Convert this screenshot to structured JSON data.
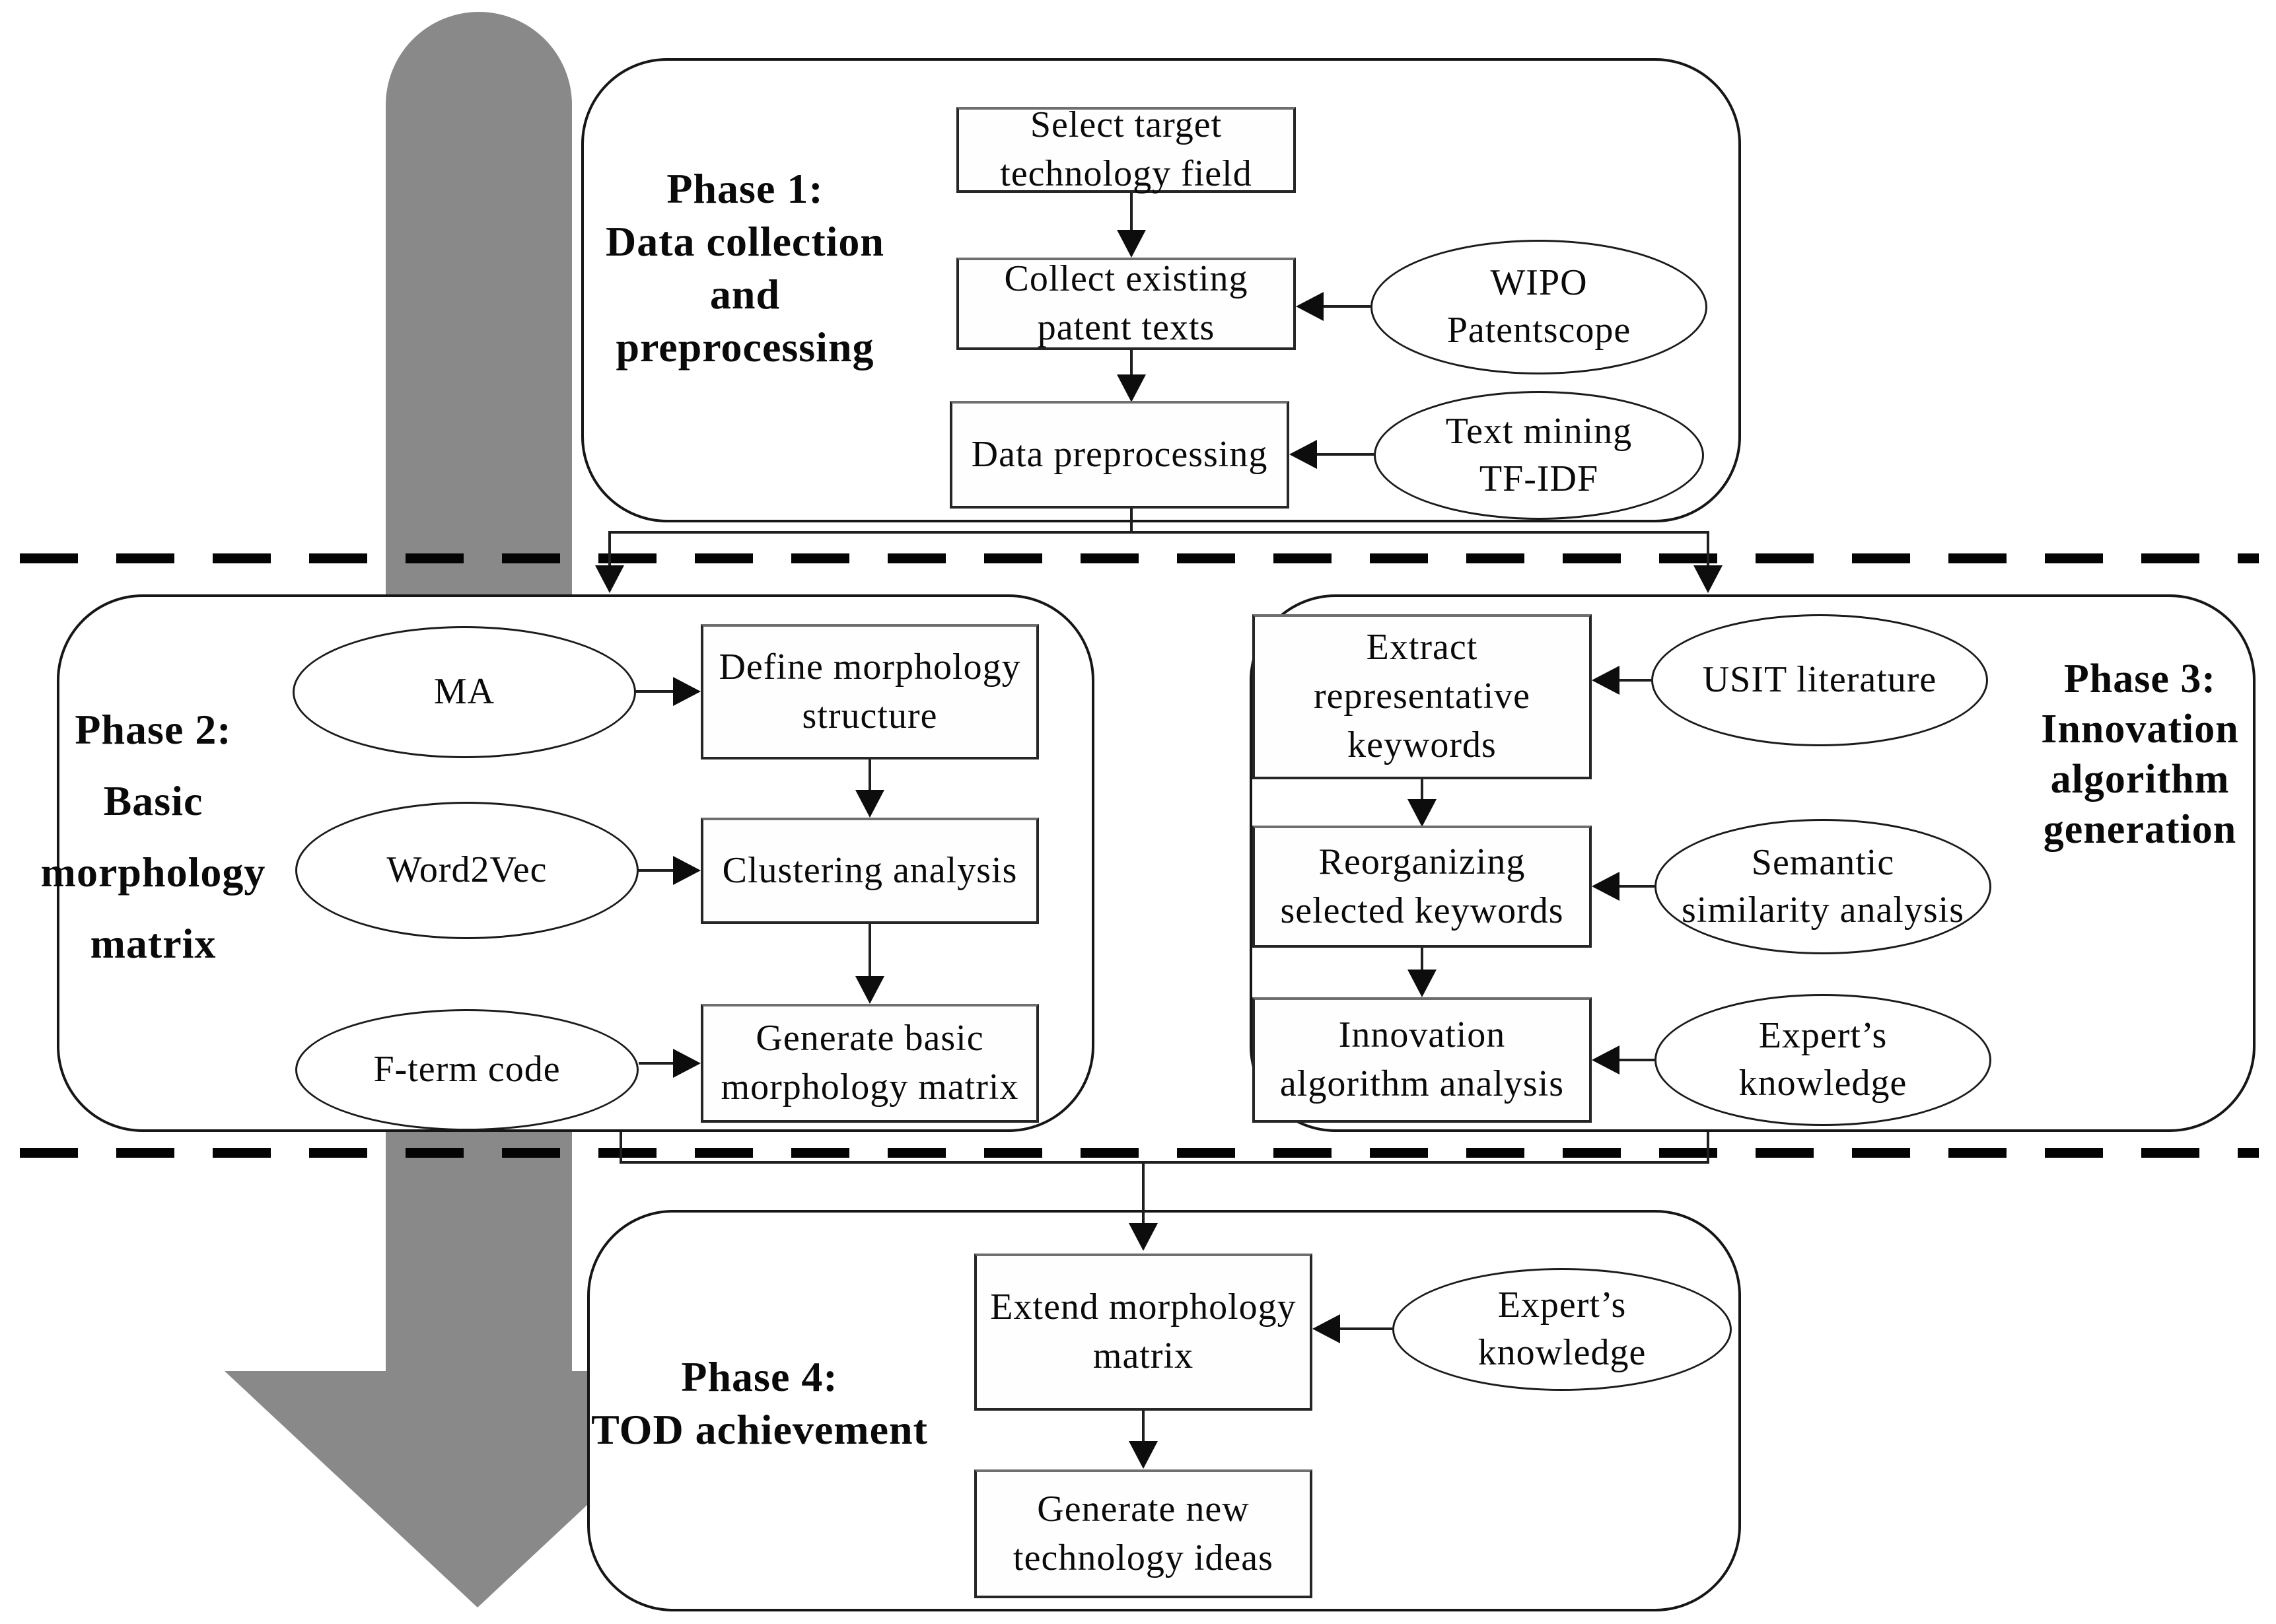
{
  "phases": {
    "phase1": {
      "title": "Phase 1:\nData collection\nand\npreprocessing",
      "boxes": {
        "select_target": "Select target\ntechnology field",
        "collect_existing": "Collect existing\npatent texts",
        "data_preprocessing": "Data preprocessing"
      },
      "ellipses": {
        "wipo_patentscope": "WIPO\nPatentscope",
        "text_mining_tfidf": "Text mining\nTF-IDF"
      }
    },
    "phase2": {
      "title": "Phase 2:\nBasic\nmorphology\nmatrix",
      "ellipses": {
        "ma": "MA",
        "word2vec": "Word2Vec",
        "fterm_code": "F-term code"
      },
      "boxes": {
        "define_morphology": "Define morphology\nstructure",
        "clustering_analysis": "Clustering analysis",
        "generate_basic": "Generate basic\nmorphology matrix"
      }
    },
    "phase3": {
      "title": "Phase 3:\nInnovation\nalgorithm\ngeneration",
      "boxes": {
        "extract_keywords": "Extract\nrepresentative\nkeywords",
        "reorganizing_keywords": "Reorganizing\nselected keywords",
        "innovation_analysis": "Innovation\nalgorithm analysis"
      },
      "ellipses": {
        "usit_literature": "USIT literature",
        "semantic_similarity": "Semantic\nsimilarity analysis",
        "experts_knowledge": "Expert’s\nknowledge"
      }
    },
    "phase4": {
      "title": "Phase 4:\nTOD achievement",
      "boxes": {
        "extend_morphology": "Extend morphology\nmatrix",
        "generate_new": "Generate new\ntechnology ideas"
      },
      "ellipses": {
        "experts_knowledge": "Expert’s\nknowledge"
      }
    }
  },
  "colors": {
    "flow_arrow_gray": "#898989",
    "line_black": "#1f1f1f",
    "background": "#ffffff"
  }
}
